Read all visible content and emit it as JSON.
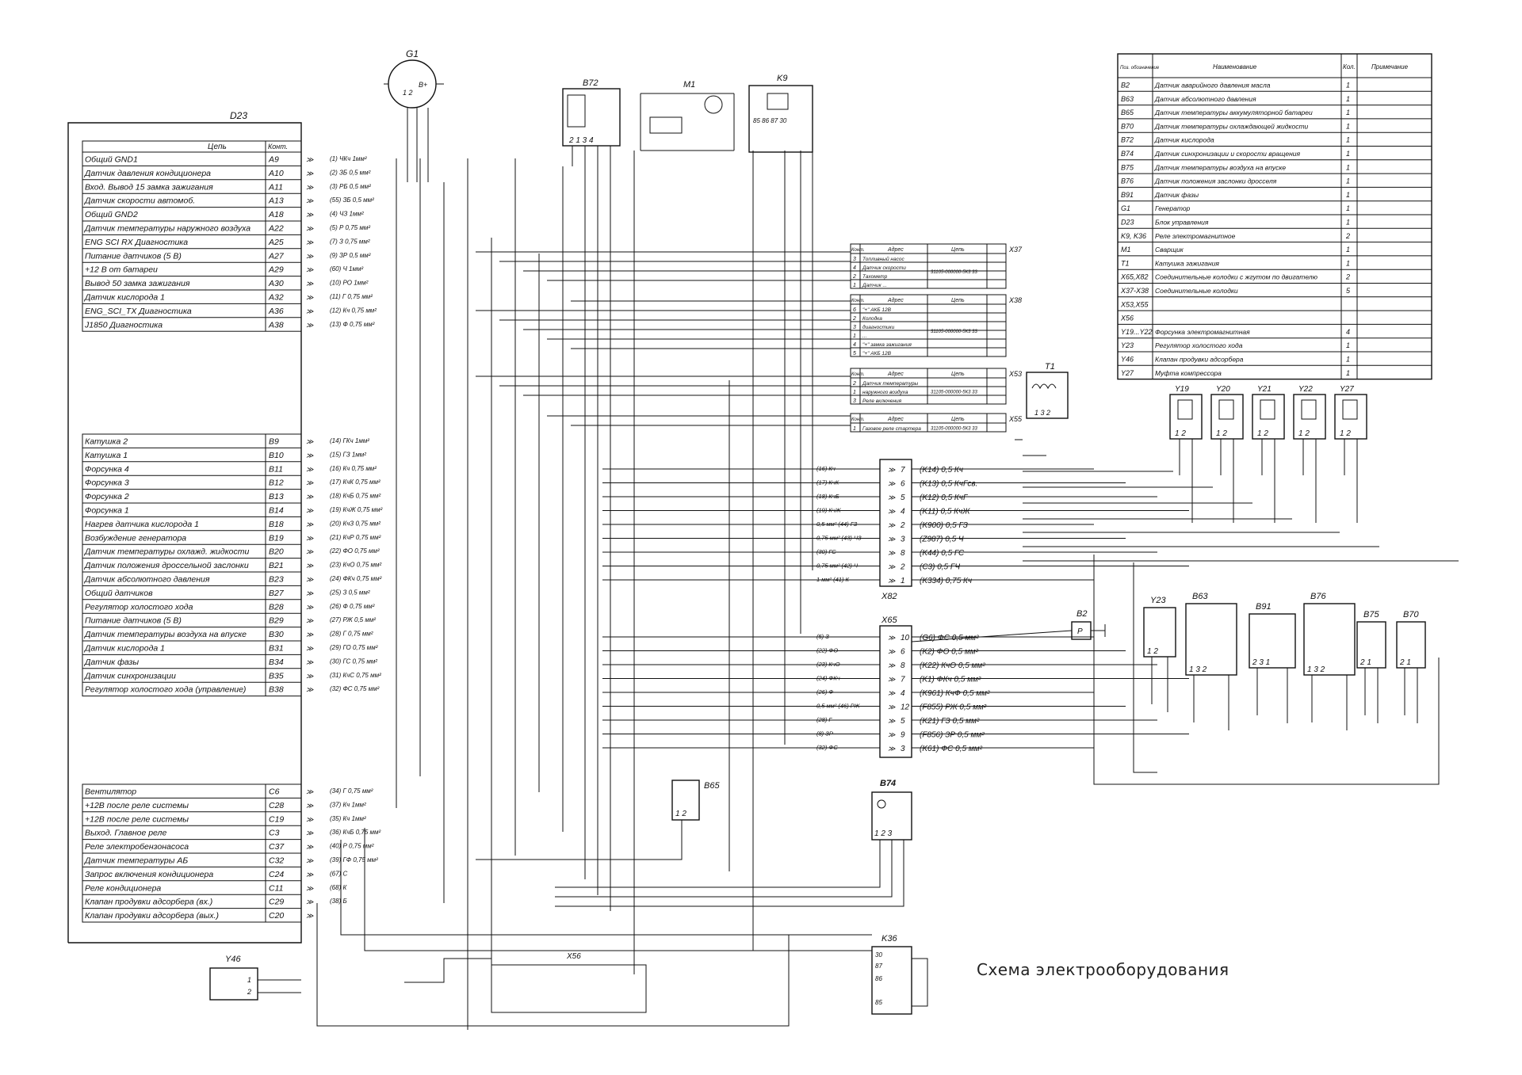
{
  "title": "Схема  электрооборудования",
  "d23": {
    "label": "D23",
    "header": {
      "circuit": "Цепь",
      "contact": "Конт."
    },
    "group_a": [
      {
        "name": "Общий GND1",
        "pin": "A9",
        "wire": "(1) ЧКч 1мм²"
      },
      {
        "name": "Датчик давления кондиционера",
        "pin": "A10",
        "wire": "(2) ЗБ 0,5 мм²"
      },
      {
        "name": "Вход. Вывод 15 замка зажигания",
        "pin": "A11",
        "wire": "(3) РБ 0,5 мм²"
      },
      {
        "name": "Датчик скорости автомоб.",
        "pin": "A13",
        "wire": "(55) ЗБ 0,5 мм²"
      },
      {
        "name": "Общий GND2",
        "pin": "A18",
        "wire": "(4) ЧЗ 1мм²"
      },
      {
        "name": "Датчик температуры наружного воздуха",
        "pin": "A22",
        "wire": "(5) Р 0,75 мм²"
      },
      {
        "name": "ENG SCI RX Диагностика",
        "pin": "A25",
        "wire": "(7) З 0,75 мм²"
      },
      {
        "name": "Питание датчиков (5 В)",
        "pin": "A27",
        "wire": "(9) ЗР 0,5 мм²"
      },
      {
        "name": "+12 В от батареи",
        "pin": "A29",
        "wire": "(60) Ч 1мм²"
      },
      {
        "name": "Вывод 50 замка зажигания",
        "pin": "A30",
        "wire": "(10) РО 1мм²"
      },
      {
        "name": "Датчик кислорода 1",
        "pin": "A32",
        "wire": "(11) Г 0,75 мм²"
      },
      {
        "name": "ENG_SCI_TX Диагностика",
        "pin": "A36",
        "wire": "(12) Кч 0,75 мм²"
      },
      {
        "name": "J1850  Диагностика",
        "pin": "A38",
        "wire": "(13) Ф 0,75 мм²"
      }
    ],
    "group_b": [
      {
        "name": "Катушка 2",
        "pin": "B9",
        "wire": "(14) ГКч 1мм²"
      },
      {
        "name": "Катушка 1",
        "pin": "B10",
        "wire": "(15) ГЗ 1мм²"
      },
      {
        "name": "Форсунка 4",
        "pin": "B11",
        "wire": "(16) Кч 0,75 мм²"
      },
      {
        "name": "Форсунка 3",
        "pin": "B12",
        "wire": "(17) КчК 0,75 мм²"
      },
      {
        "name": "Форсунка 2",
        "pin": "B13",
        "wire": "(18) КчБ 0,75 мм²"
      },
      {
        "name": "Форсунка 1",
        "pin": "B14",
        "wire": "(19) КчЖ 0,75 мм²"
      },
      {
        "name": "Нагрев датчика кислорода 1",
        "pin": "B18",
        "wire": "(20) КчЗ 0,75 мм²"
      },
      {
        "name": "Возбуждение генератора",
        "pin": "B19",
        "wire": "(21) КчР 0,75 мм²"
      },
      {
        "name": "Датчик температуры охлажд. жидкости",
        "pin": "B20",
        "wire": "(22) ФО 0,75 мм²"
      },
      {
        "name": "Датчик положения дроссельной заслонки",
        "pin": "B21",
        "wire": "(23) КчО 0,75 мм²"
      },
      {
        "name": "Датчик абсолютного давления",
        "pin": "B23",
        "wire": "(24) ФКч 0,75 мм²"
      },
      {
        "name": "Общий датчиков",
        "pin": "B27",
        "wire": "(25) З 0,5 мм²"
      },
      {
        "name": "Регулятор холостого хода",
        "pin": "B28",
        "wire": "(26) Ф 0,75 мм²"
      },
      {
        "name": "Питание датчиков (5 В)",
        "pin": "B29",
        "wire": "(27) РЖ 0,5 мм²"
      },
      {
        "name": "Датчик температуры воздуха на впуске",
        "pin": "B30",
        "wire": "(28) Г 0,75 мм²"
      },
      {
        "name": "Датчик кислорода 1",
        "pin": "B31",
        "wire": "(29) ГО 0,75 мм²"
      },
      {
        "name": "Датчик фазы",
        "pin": "B34",
        "wire": "(30) ГС 0,75 мм²"
      },
      {
        "name": "Датчик синхронизации",
        "pin": "B35",
        "wire": "(31) КчС 0,75 мм²"
      },
      {
        "name": "Регулятор холостого хода (управление)",
        "pin": "B38",
        "wire": "(32) ФС 0,75 мм²"
      }
    ],
    "group_c": [
      {
        "name": "Вентилятор",
        "pin": "C6",
        "wire": "(34) Г 0,75 мм²"
      },
      {
        "name": "+12В после реле системы",
        "pin": "C28",
        "wire": "(37) Кч 1мм²"
      },
      {
        "name": "+12В после реле системы",
        "pin": "C19",
        "wire": "(35) Кч 1мм²"
      },
      {
        "name": "Выход. Главное реле",
        "pin": "C3",
        "wire": "(36) КчБ 0,75 мм²"
      },
      {
        "name": "Реле электробензонасоса",
        "pin": "C37",
        "wire": "(40) Р 0,75 мм²"
      },
      {
        "name": "Датчик температуры АБ",
        "pin": "C32",
        "wire": "(39) ГФ 0,75 мм²"
      },
      {
        "name": "Запрос включения кондиционера",
        "pin": "C24",
        "wire": "(67) С"
      },
      {
        "name": "Реле кондиционера",
        "pin": "C11",
        "wire": "(68) К"
      },
      {
        "name": "Клапан продувки адсорбера (вх.)",
        "pin": "C29",
        "wire": "(38) Б"
      },
      {
        "name": "Клапан продувки адсорбера (вых.)",
        "pin": "C20",
        "wire": ""
      }
    ]
  },
  "legend": {
    "headers": [
      "Поз. обозначение",
      "Наименование",
      "Кол.",
      "Примечание"
    ],
    "rows": [
      [
        "B2",
        "Датчик аварийного давления масла",
        "1"
      ],
      [
        "B63",
        "Датчик абсолютного давления",
        "1"
      ],
      [
        "B65",
        "Датчик температуры аккумуляторной батареи",
        "1"
      ],
      [
        "B70",
        "Датчик температуры охлаждающей жидкости",
        "1"
      ],
      [
        "B72",
        "Датчик кислорода",
        "1"
      ],
      [
        "B74",
        "Датчик синхронизации и скорости вращения",
        "1"
      ],
      [
        "B75",
        "Датчик температуры воздуха на впуске",
        "1"
      ],
      [
        "B76",
        "Датчик положения заслонки дросселя",
        "1"
      ],
      [
        "B91",
        "Датчик фазы",
        "1"
      ],
      [
        "G1",
        "Генератор",
        "1"
      ],
      [
        "D23",
        "Блок управления",
        "1"
      ],
      [
        "K9, K36",
        "Реле электромагнитное",
        "2"
      ],
      [
        "M1",
        "Сварщик",
        "1"
      ],
      [
        "T1",
        "Катушка зажигания",
        "1"
      ],
      [
        "X65,X82",
        "Соединительные колодки с жгутом по двигателю",
        "2"
      ],
      [
        "X37-X38",
        "Соединительные колодки",
        "5"
      ],
      [
        "X53,X55",
        "",
        " "
      ],
      [
        "X56",
        "",
        " "
      ],
      [
        "Y19...Y22",
        "Форсунка электромагнитная",
        "4"
      ],
      [
        "Y23",
        "Регулятор холостого хода",
        "1"
      ],
      [
        "Y46",
        "Клапан продувки адсорбера",
        "1"
      ],
      [
        "Y27",
        "Муфта компрессора",
        "1"
      ]
    ]
  },
  "components": {
    "G1": "G1",
    "B72": "B72",
    "M1": "M1",
    "K9": "K9",
    "T1": "T1",
    "B65": "B65",
    "B74": "B74",
    "K36": "K36",
    "Y46": "Y46",
    "X56": "X56",
    "X37": "X37",
    "X38": "X38",
    "X53": "X53",
    "X55": "X55",
    "X82": "X82",
    "X65": "X65",
    "B2": "B2",
    "Y23": "Y23",
    "B63": "B63",
    "B91": "B91",
    "B76": "B76",
    "B75": "B75",
    "B70": "B70",
    "Y19": "Y19",
    "Y20": "Y20",
    "Y21": "Y21",
    "Y22": "Y22",
    "Y27": "Y27"
  },
  "x82": [
    {
      "pin": "7",
      "wire": "(K14) 0,5 Кч",
      "in": "(16) Кч"
    },
    {
      "pin": "6",
      "wire": "(K13) 0,5 КчГсв.",
      "in": "(17) КчК"
    },
    {
      "pin": "5",
      "wire": "(K12) 0,5 КчГ",
      "in": "(18) КчБ"
    },
    {
      "pin": "4",
      "wire": "(K11) 0,5 КчЖ",
      "in": "(19) КчЖ"
    },
    {
      "pin": "2",
      "wire": "(K900) 0,5 ГЗ",
      "in": "0,5 мм² (44) ГЗ"
    },
    {
      "pin": "3",
      "wire": "(Z987) 0,5 Ч",
      "in": "0,75 мм² (43) ЧЗ"
    },
    {
      "pin": "8",
      "wire": "(K44) 0,5 ГС",
      "in": "(30) ГС"
    },
    {
      "pin": "2",
      "wire": "(C3) 0,5 ГЧ",
      "in": "0,75 мм² (42) Ч"
    },
    {
      "pin": "1",
      "wire": "(K334) 0,75 Кч",
      "in": "1 мм² (41) К"
    }
  ],
  "x65": [
    {
      "pin": "10",
      "wire": "(G6) ФС 0,5 мм²",
      "in": "(5) З"
    },
    {
      "pin": "6",
      "wire": "(K2) ФО 0,5 мм²",
      "in": "(22) ФО"
    },
    {
      "pin": "8",
      "wire": "(K22) КчО 0,5 мм²",
      "in": "(23) КчО"
    },
    {
      "pin": "7",
      "wire": "(K1) ФКч 0,5 мм²",
      "in": "(24) ФКч"
    },
    {
      "pin": "4",
      "wire": "(K961) КчФ 0,5 мм²",
      "in": "(26) Ф"
    },
    {
      "pin": "12",
      "wire": "(F855) РЖ 0,5 мм²",
      "in": "0,5 мм² (46) РЖ"
    },
    {
      "pin": "5",
      "wire": "(K21) ГЗ 0,5 мм²",
      "in": "(28) Г"
    },
    {
      "pin": "9",
      "wire": "(F856) ЗР 0,5 мм²",
      "in": "(8) ЗР"
    },
    {
      "pin": "3",
      "wire": "(K61) ФС 0,5 мм²",
      "in": "(32) ФС"
    }
  ]
}
